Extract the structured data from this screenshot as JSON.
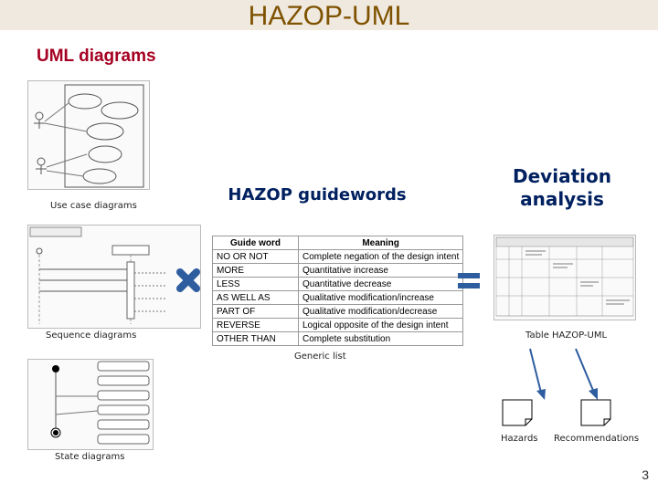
{
  "slide": {
    "title": "HAZOP-UML",
    "subtitle": "UML diagrams",
    "page_number": "3"
  },
  "captions": {
    "use_case": "Use case diagrams",
    "sequence": "Sequence diagrams",
    "state": "State diagrams",
    "guidewords": "HAZOP guidewords",
    "deviation_line1": "Deviation",
    "deviation_line2": "analysis",
    "generic_list": "Generic list",
    "table": "Table HAZOP-UML",
    "hazards": "Hazards",
    "recommendations": "Recommendations"
  },
  "guideword_table": {
    "headers": [
      "Guide word",
      "Meaning"
    ],
    "rows": [
      [
        "NO OR NOT",
        "Complete negation of the design intent"
      ],
      [
        "MORE",
        "Quantitative increase"
      ],
      [
        "LESS",
        "Quantitative decrease"
      ],
      [
        "AS WELL AS",
        "Qualitative modification/increase"
      ],
      [
        "PART OF",
        "Qualitative modification/decrease"
      ],
      [
        "REVERSE",
        "Logical opposite of the design intent"
      ],
      [
        "OTHER THAN",
        "Complete substitution"
      ]
    ]
  },
  "colors": {
    "title": "#7f5200",
    "subtitle": "#a50021",
    "accent_blue": "#2e5d9f",
    "heading_blue": "#002060"
  },
  "icons": [
    "multiply-icon",
    "equals-icon",
    "arrow-icon",
    "document-icon"
  ]
}
